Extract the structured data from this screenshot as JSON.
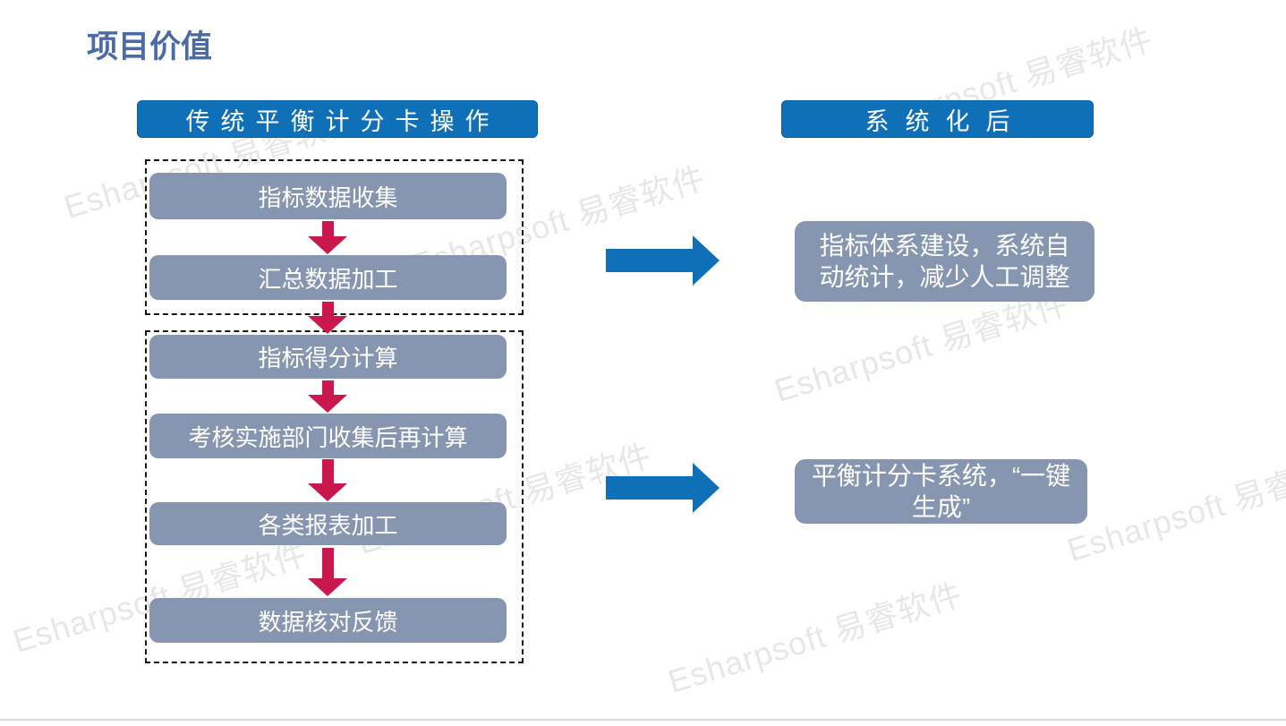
{
  "page": {
    "title": "项目价值",
    "watermark_text": "Esharpsoft 易睿软件",
    "colors": {
      "accent_blue": "#0f70b7",
      "step_gray": "#8796b0",
      "arrow_red": "#c9184e",
      "title_blue": "#4b6ba6",
      "watermark_gray": "#e7e7e7"
    }
  },
  "left_column": {
    "header": "传统平衡计分卡操作",
    "groups": [
      {
        "steps": [
          "指标数据收集",
          "汇总数据加工"
        ]
      },
      {
        "steps": [
          "指标得分计算",
          "考核实施部门收集后再计算",
          "各类报表加工",
          "数据核对反馈"
        ]
      }
    ]
  },
  "right_column": {
    "header": "系统化后",
    "results": [
      "指标体系建设，系统自动统计，减少人工调整",
      "平衡计分卡系统，“一键生成”"
    ]
  }
}
